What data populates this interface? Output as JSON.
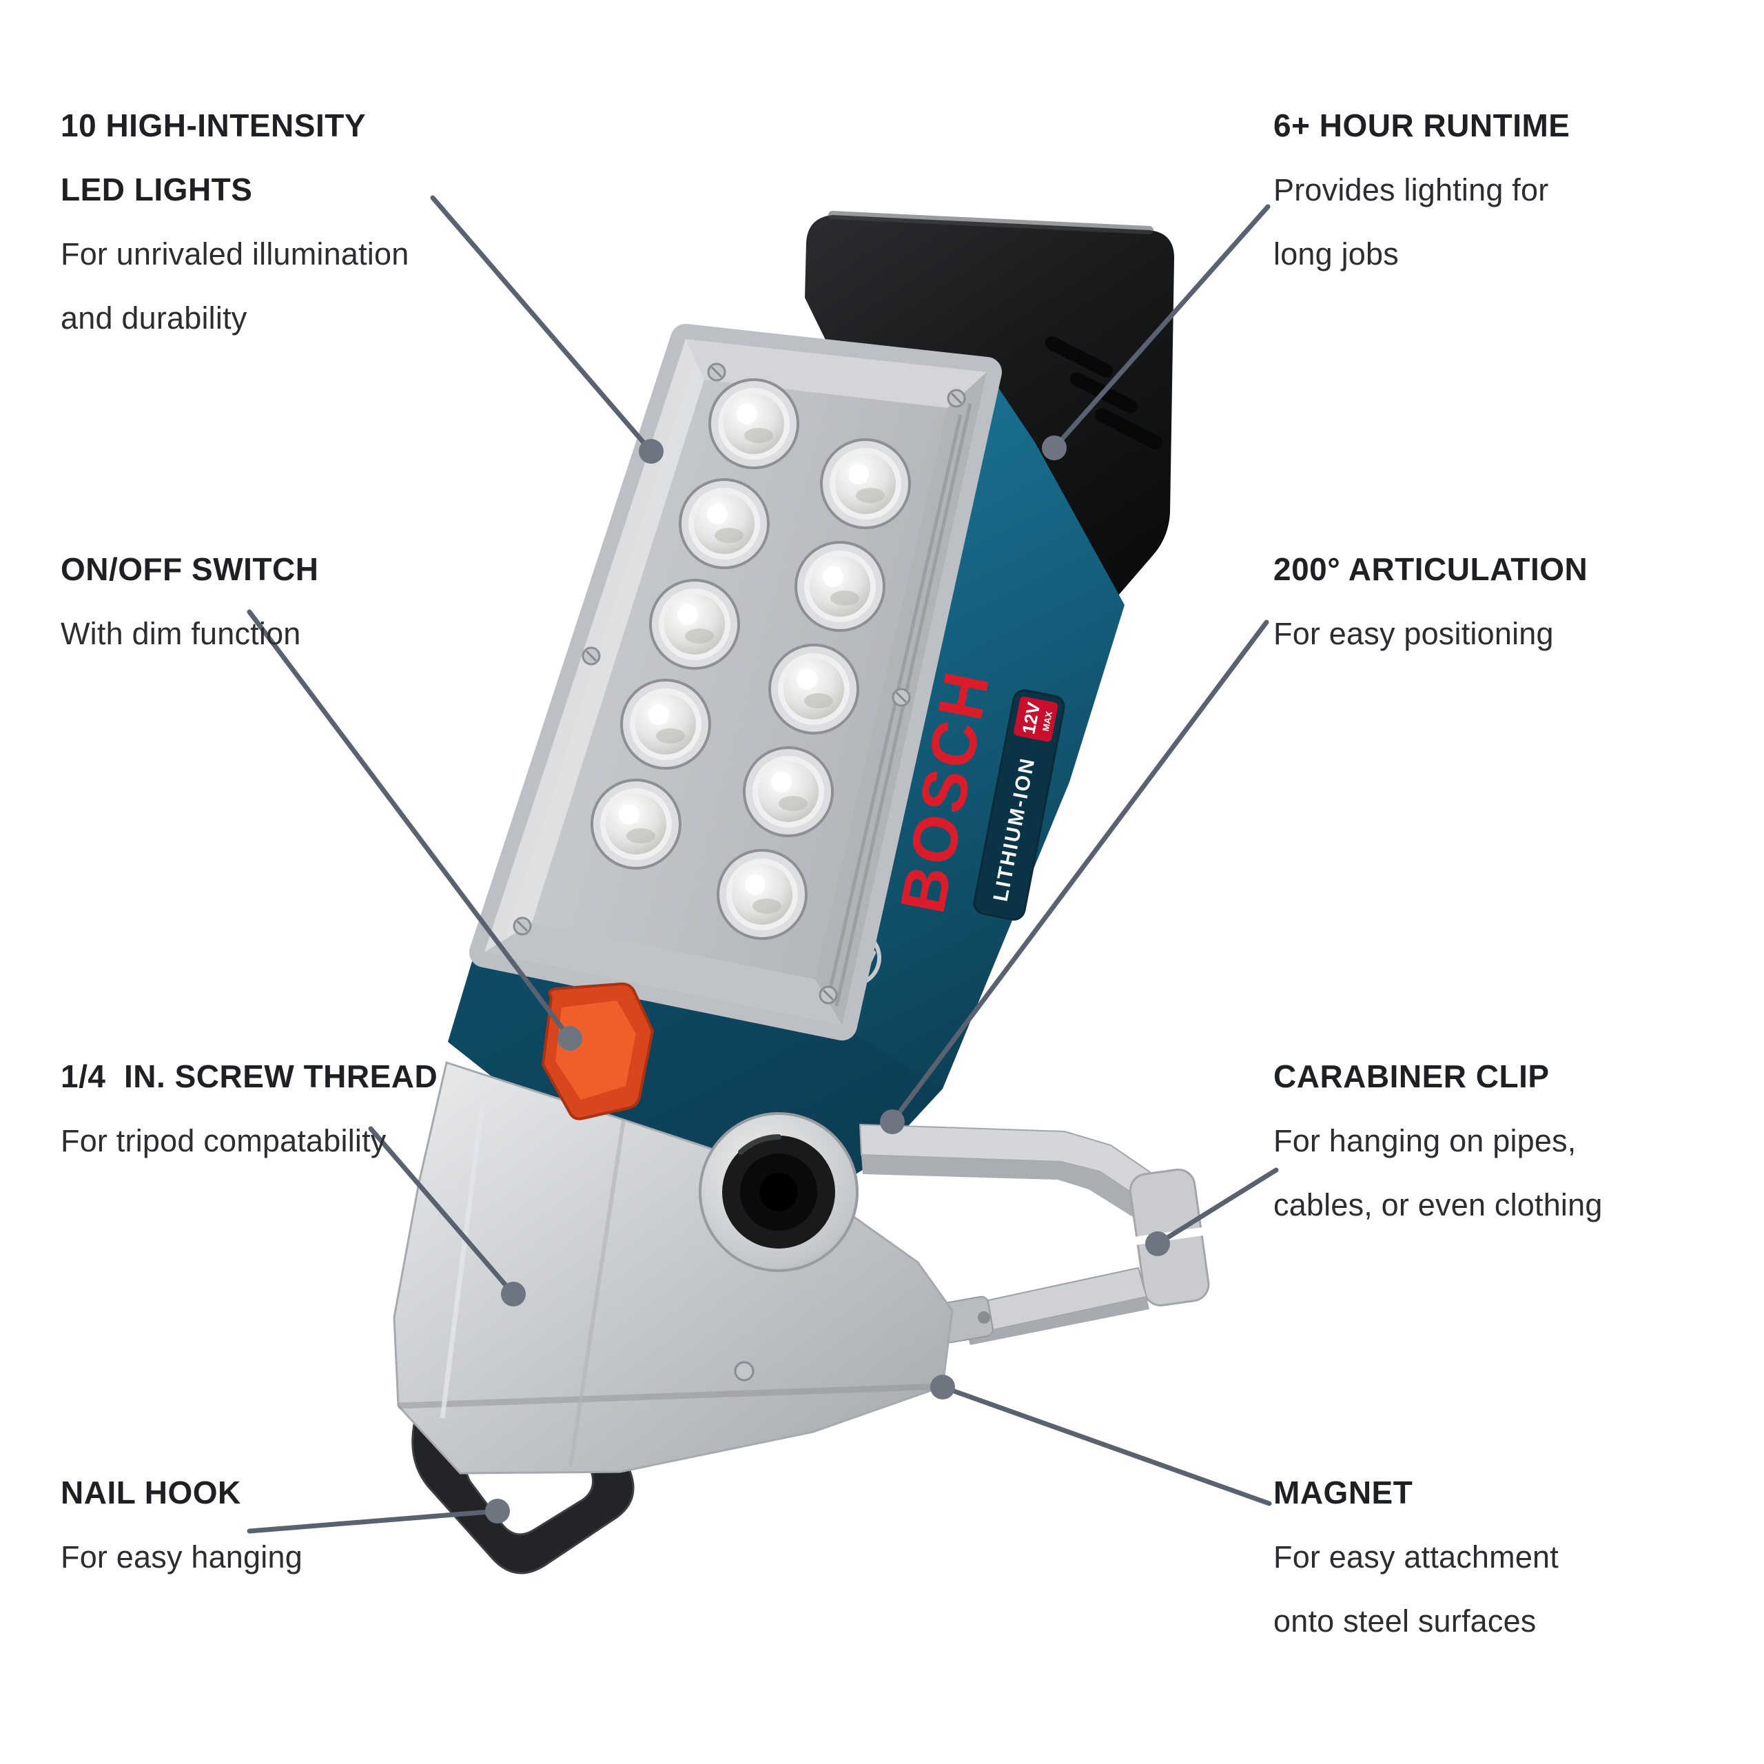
{
  "background": "#ffffff",
  "colors": {
    "leader_line": "#5a6270",
    "leader_dot": "#6e7580",
    "title_text": "#1e2023",
    "body_text": "#2b2d30",
    "bosch_red": "#dc1c2a",
    "body_blue": "#16617f",
    "switch_orange": "#e8521f",
    "silver": "#c6c8cb",
    "battery_black": "#1a1b1d"
  },
  "product": {
    "brand": "BOSCH",
    "side_label": "LITHIUM-ION",
    "power_badge": "12V",
    "power_badge_sub": "MAX"
  },
  "callouts": {
    "led": {
      "title_lines": [
        "10 HIGH-INTENSITY",
        "LED LIGHTS"
      ],
      "lines": [
        "For unrivaled illumination",
        "and durability"
      ]
    },
    "runtime": {
      "title_lines": [
        "6+ HOUR RUNTIME"
      ],
      "lines": [
        "Provides lighting for",
        "long jobs"
      ]
    },
    "switch": {
      "title_lines": [
        "ON/OFF SWITCH"
      ],
      "lines": [
        "With dim function"
      ]
    },
    "articulation": {
      "title_lines": [
        "200° ARTICULATION"
      ],
      "lines": [
        "For easy positioning"
      ]
    },
    "screw": {
      "title_lines": [
        "1/4  IN. SCREW THREAD"
      ],
      "lines": [
        "For tripod compatability"
      ]
    },
    "carabiner": {
      "title_lines": [
        "CARABINER CLIP"
      ],
      "lines": [
        "For hanging on pipes,",
        "cables, or even clothing"
      ]
    },
    "nail": {
      "title_lines": [
        "NAIL HOOK"
      ],
      "lines": [
        "For easy hanging"
      ]
    },
    "magnet": {
      "title_lines": [
        "MAGNET"
      ],
      "lines": [
        "For easy attachment",
        "onto steel surfaces"
      ]
    }
  }
}
